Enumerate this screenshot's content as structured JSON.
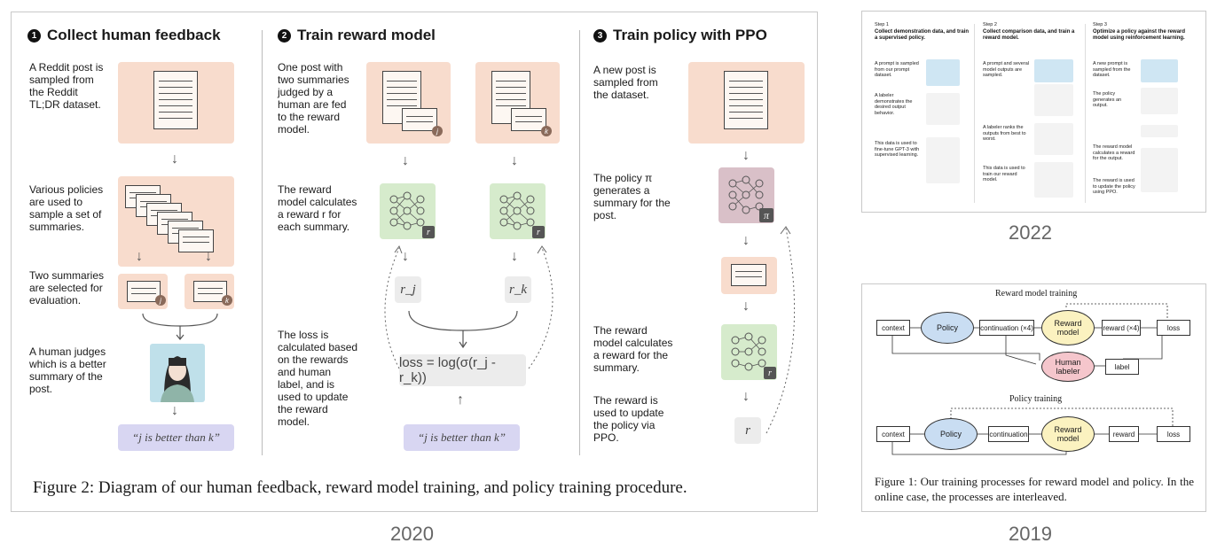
{
  "fig2020": {
    "step1": {
      "num": "1",
      "title": "Collect human feedback"
    },
    "step2": {
      "num": "2",
      "title": "Train reward model"
    },
    "step3": {
      "num": "3",
      "title": "Train policy with PPO"
    },
    "s1_t1": "A Reddit post is sampled from the Reddit TL;DR dataset.",
    "s1_t2": "Various policies are used to sample a set of summaries.",
    "s1_t3": "Two summaries are selected for evaluation.",
    "s1_t4": "A human judges which is a better summary of the post.",
    "s1_label": "“j is better than k”",
    "s2_t1": "One post with two summaries judged by a human are fed to the reward model.",
    "s2_t2": "The reward model calculates a reward r for each summary.",
    "s2_t3": "The loss is calculated based on the rewards and human label, and is used to update the reward model.",
    "s2_loss": "loss = log(σ(r_j - r_k))",
    "s2_label": "“j is better than k”",
    "s3_t1": "A new post is sampled from the dataset.",
    "s3_t2": "The policy π generates a summary for the post.",
    "s3_t3": "The reward model calculates a reward for the summary.",
    "s3_t4": "The reward is used to update the policy via PPO.",
    "badge_j": "j",
    "badge_k": "k",
    "badge_r": "r",
    "badge_pi": "π",
    "rj": "r_j",
    "rk": "r_k",
    "r": "r",
    "caption": "Figure 2: Diagram of our human feedback, reward model training, and policy training procedure.",
    "year": "2020"
  },
  "fig2022": {
    "step1_label": "Step 1",
    "step1_title": "Collect demonstration data, and train a supervised policy.",
    "step2_label": "Step 2",
    "step2_title": "Collect comparison data, and train a reward model.",
    "step3_label": "Step 3",
    "step3_title": "Optimize a policy against the reward model using reinforcement learning.",
    "c1_t1": "A prompt is sampled from our prompt dataset.",
    "c1_t2": "A labeler demonstrates the desired output behavior.",
    "c1_t3": "This data is used to fine-tune GPT-3 with supervised learning.",
    "c2_t1": "A prompt and several model outputs are sampled.",
    "c2_t2": "A labeler ranks the outputs from best to worst.",
    "c2_t3": "This data is used to train our reward model.",
    "c3_t1": "A new prompt is sampled from the dataset.",
    "c3_t2": "The policy generates an output.",
    "c3_t3": "The reward model calculates a reward for the output.",
    "c3_t4": "The reward is used to update the policy using PPO.",
    "year": "2022"
  },
  "fig2019": {
    "rm_title": "Reward model training",
    "pt_title": "Policy training",
    "context": "context",
    "policy": "Policy",
    "continuation4": "continuation (×4)",
    "reward_model": "Reward model",
    "reward4": "reward (×4)",
    "loss": "loss",
    "human_labeler": "Human labeler",
    "label": "label",
    "continuation": "continuation",
    "reward": "reward",
    "colors": {
      "policy": "#c9ddf2",
      "reward_model": "#fbf2c0",
      "human": "#f5c6cc"
    },
    "caption": "Figure 1: Our training processes for reward model and policy. In the online case, the processes are interleaved.",
    "year": "2019"
  }
}
